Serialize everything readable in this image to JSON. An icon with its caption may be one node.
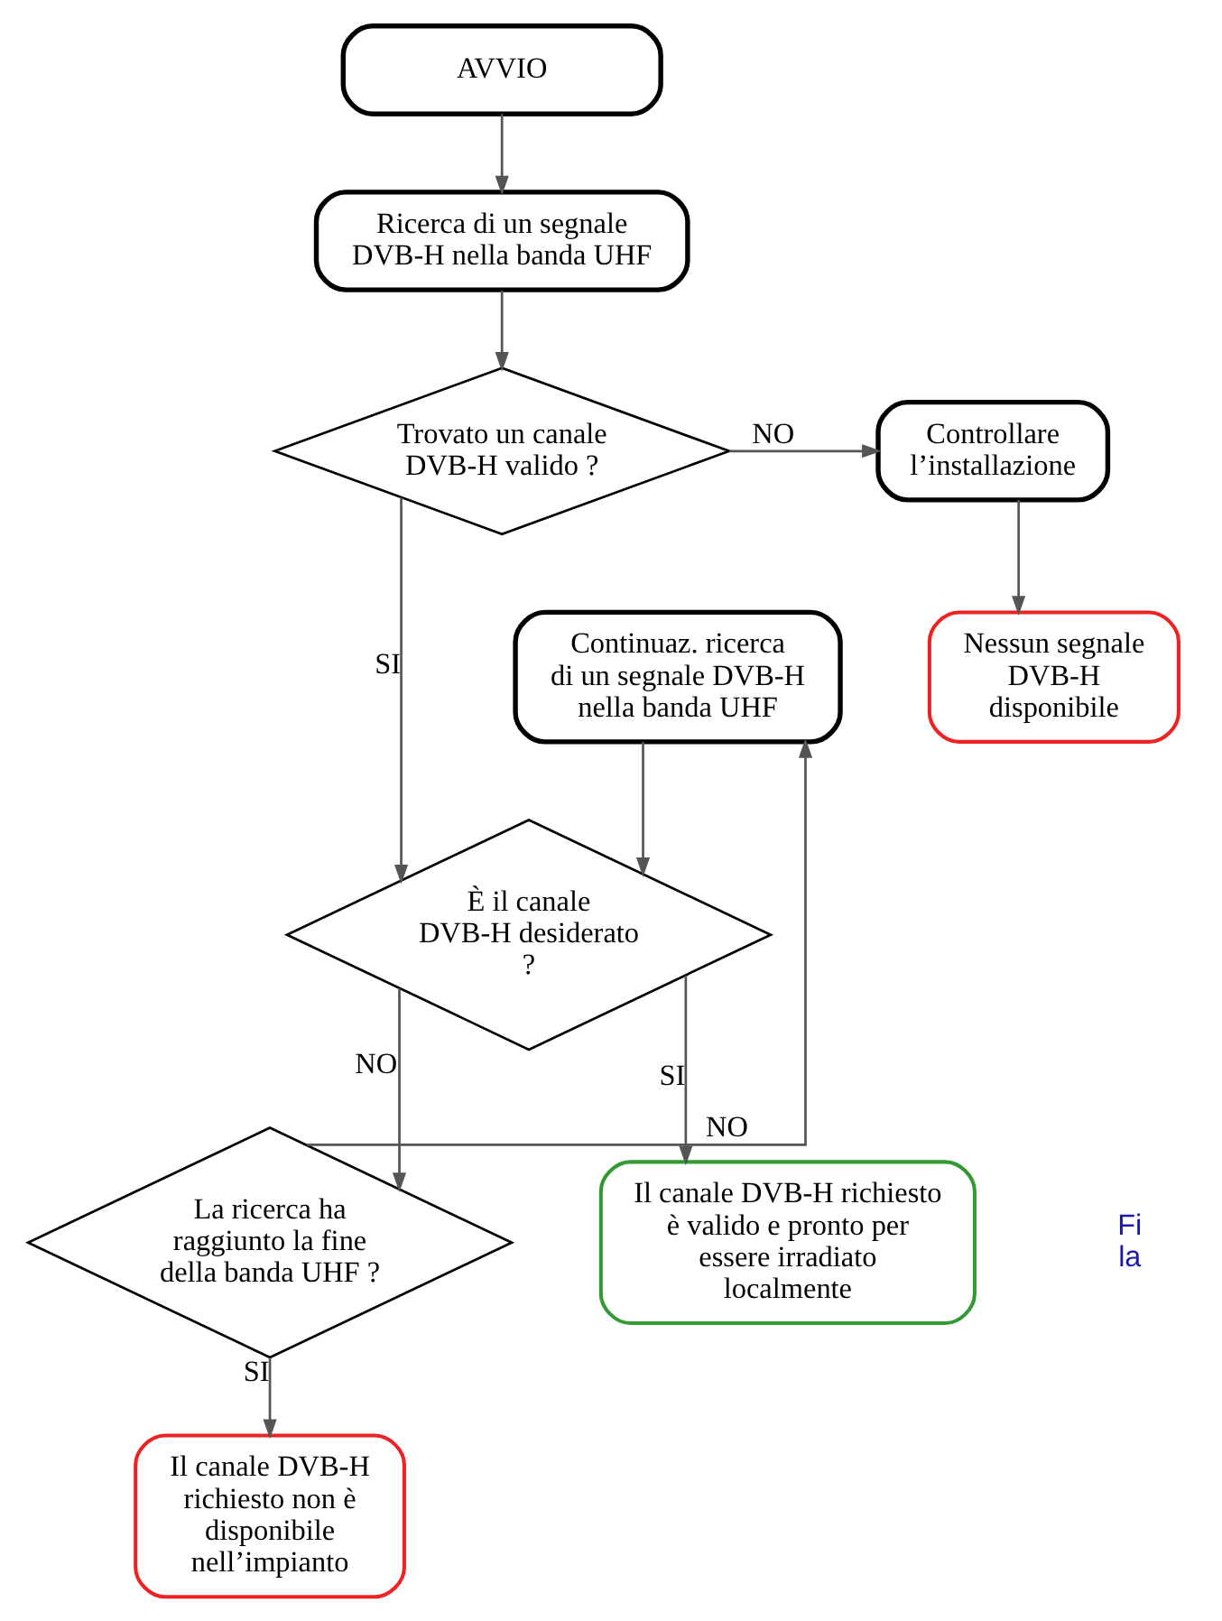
{
  "diagram": {
    "nodes": [
      {
        "text": [
          "AVVIO"
        ]
      },
      {
        "text": [
          "Ricerca di un segnale DVB-H nella banda UHF"
        ]
      },
      {
        "text": [
          "Trovato un canale DVB-H valido ?"
        ]
      },
      {
        "text": [
          "Controllare l’installazione"
        ]
      },
      {
        "text": [
          "Nessun segnale DVB-H disponibile"
        ]
      },
      {
        "text": [
          "Continuaz. ricerca di un segnale DVB-H nella banda UHF"
        ]
      },
      {
        "text": [
          "È il canale DVB-H desiderato ?"
        ]
      },
      {
        "text": [
          "La ricerca ha raggiunto la fine della banda UHF ?"
        ]
      },
      {
        "text": [
          "Il canale DVB-H richiesto non è disponibile nell’impianto"
        ]
      },
      {
        "text": [
          "Il canale DVB-H richiesto è valido e pronto per essere irradiato localmente"
        ]
      }
    ],
    "edges": [
      {
        "from": 0,
        "to": 1,
        "arrow": "to"
      },
      {
        "from": 1,
        "to": 2,
        "arrow": "to"
      },
      {
        "from": 2,
        "to": 3,
        "arrow": "to",
        "label": "NO"
      },
      {
        "from": 3,
        "to": 4,
        "arrow": "to"
      },
      {
        "from": 2,
        "to": 6,
        "arrow": "to",
        "label": "SI"
      },
      {
        "from": 5,
        "to": 6,
        "arrow": "to"
      },
      {
        "from": 6,
        "to": 7,
        "arrow": "to",
        "label": "NO"
      },
      {
        "from": 7,
        "to": 5,
        "arrow": "to",
        "label": "NO"
      },
      {
        "from": 7,
        "to": 8,
        "arrow": "to",
        "label": "SI"
      },
      {
        "from": 6,
        "to": 9,
        "arrow": "to",
        "label": "SI"
      }
    ],
    "labels": [
      "Fi",
      "la"
    ]
  }
}
